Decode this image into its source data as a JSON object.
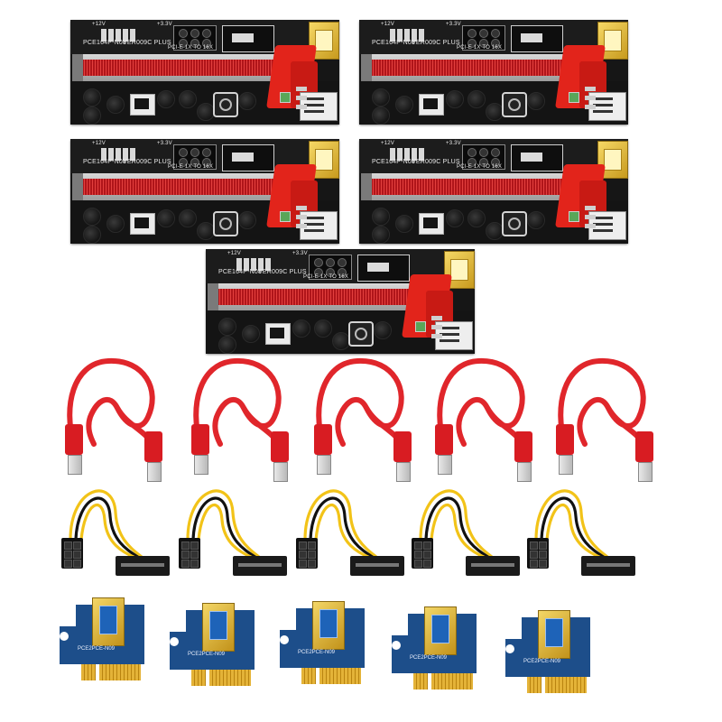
{
  "image": {
    "description_components": [
      "riser-boards",
      "usb-cables",
      "power-cables",
      "pcie-x1-adapters"
    ]
  },
  "riser_board": {
    "model_label": "PCE164P-N08",
    "version_label": "VER009C PLUS",
    "slot_label": "PCI-E 1X TO 16X",
    "v12_label": "+12V",
    "v33_label": "+3.3V",
    "count": 5
  },
  "adapter": {
    "label": "PCE2PCE-N09",
    "count": 5
  },
  "colors": {
    "pcb_black": "#161616",
    "slot_red": "#e3403e",
    "connector_red": "#e2241b",
    "usb_cable_red": "#e0262b",
    "gold": "#e4b338",
    "adapter_blue": "#1d4e8a",
    "wire_yellow": "#f2c318",
    "wire_black": "#111111"
  }
}
